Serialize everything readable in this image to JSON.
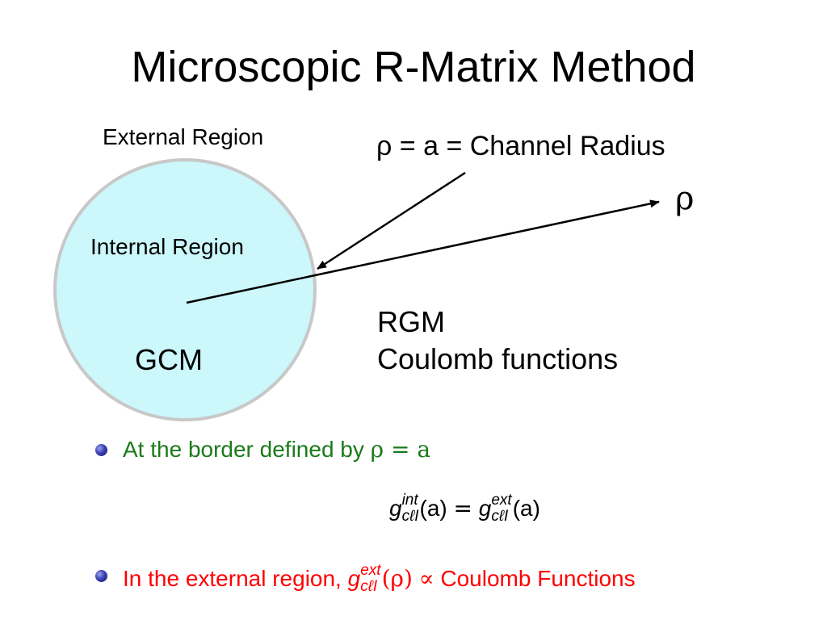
{
  "title": "Microscopic R-Matrix Method",
  "diagram": {
    "external_region_label": "External Region",
    "internal_region_label": "Internal Region",
    "inner_method_label": "GCM",
    "channel_radius_label": "ρ = a = Channel Radius",
    "rho_symbol": "ρ",
    "outer_methods": [
      "RGM",
      "Coulomb functions"
    ],
    "circle_fill": "#ccf7fb",
    "circle_stroke": "#c8c8c8"
  },
  "bullets": [
    {
      "text": "At the border defined by ",
      "math": "ρ = a",
      "color": "#1b7a1b"
    },
    {
      "text": "In the external region, ",
      "math_function": "g",
      "math_sup": "ext",
      "math_sub": "cℓI",
      "math_argument": "(ρ)",
      "math_relation": "∝",
      "text_after": "Coulomb Functions",
      "color": "#ff0000"
    }
  ],
  "matching_equation": {
    "left_function": "g",
    "left_sup": "int",
    "left_sub": "cℓI",
    "left_argument": "(a)",
    "equals": "=",
    "right_function": "g",
    "right_sup": "ext",
    "right_sub": "cℓI",
    "right_argument": "(a)"
  },
  "bullet_icon": "blue-sphere-bullet-icon"
}
